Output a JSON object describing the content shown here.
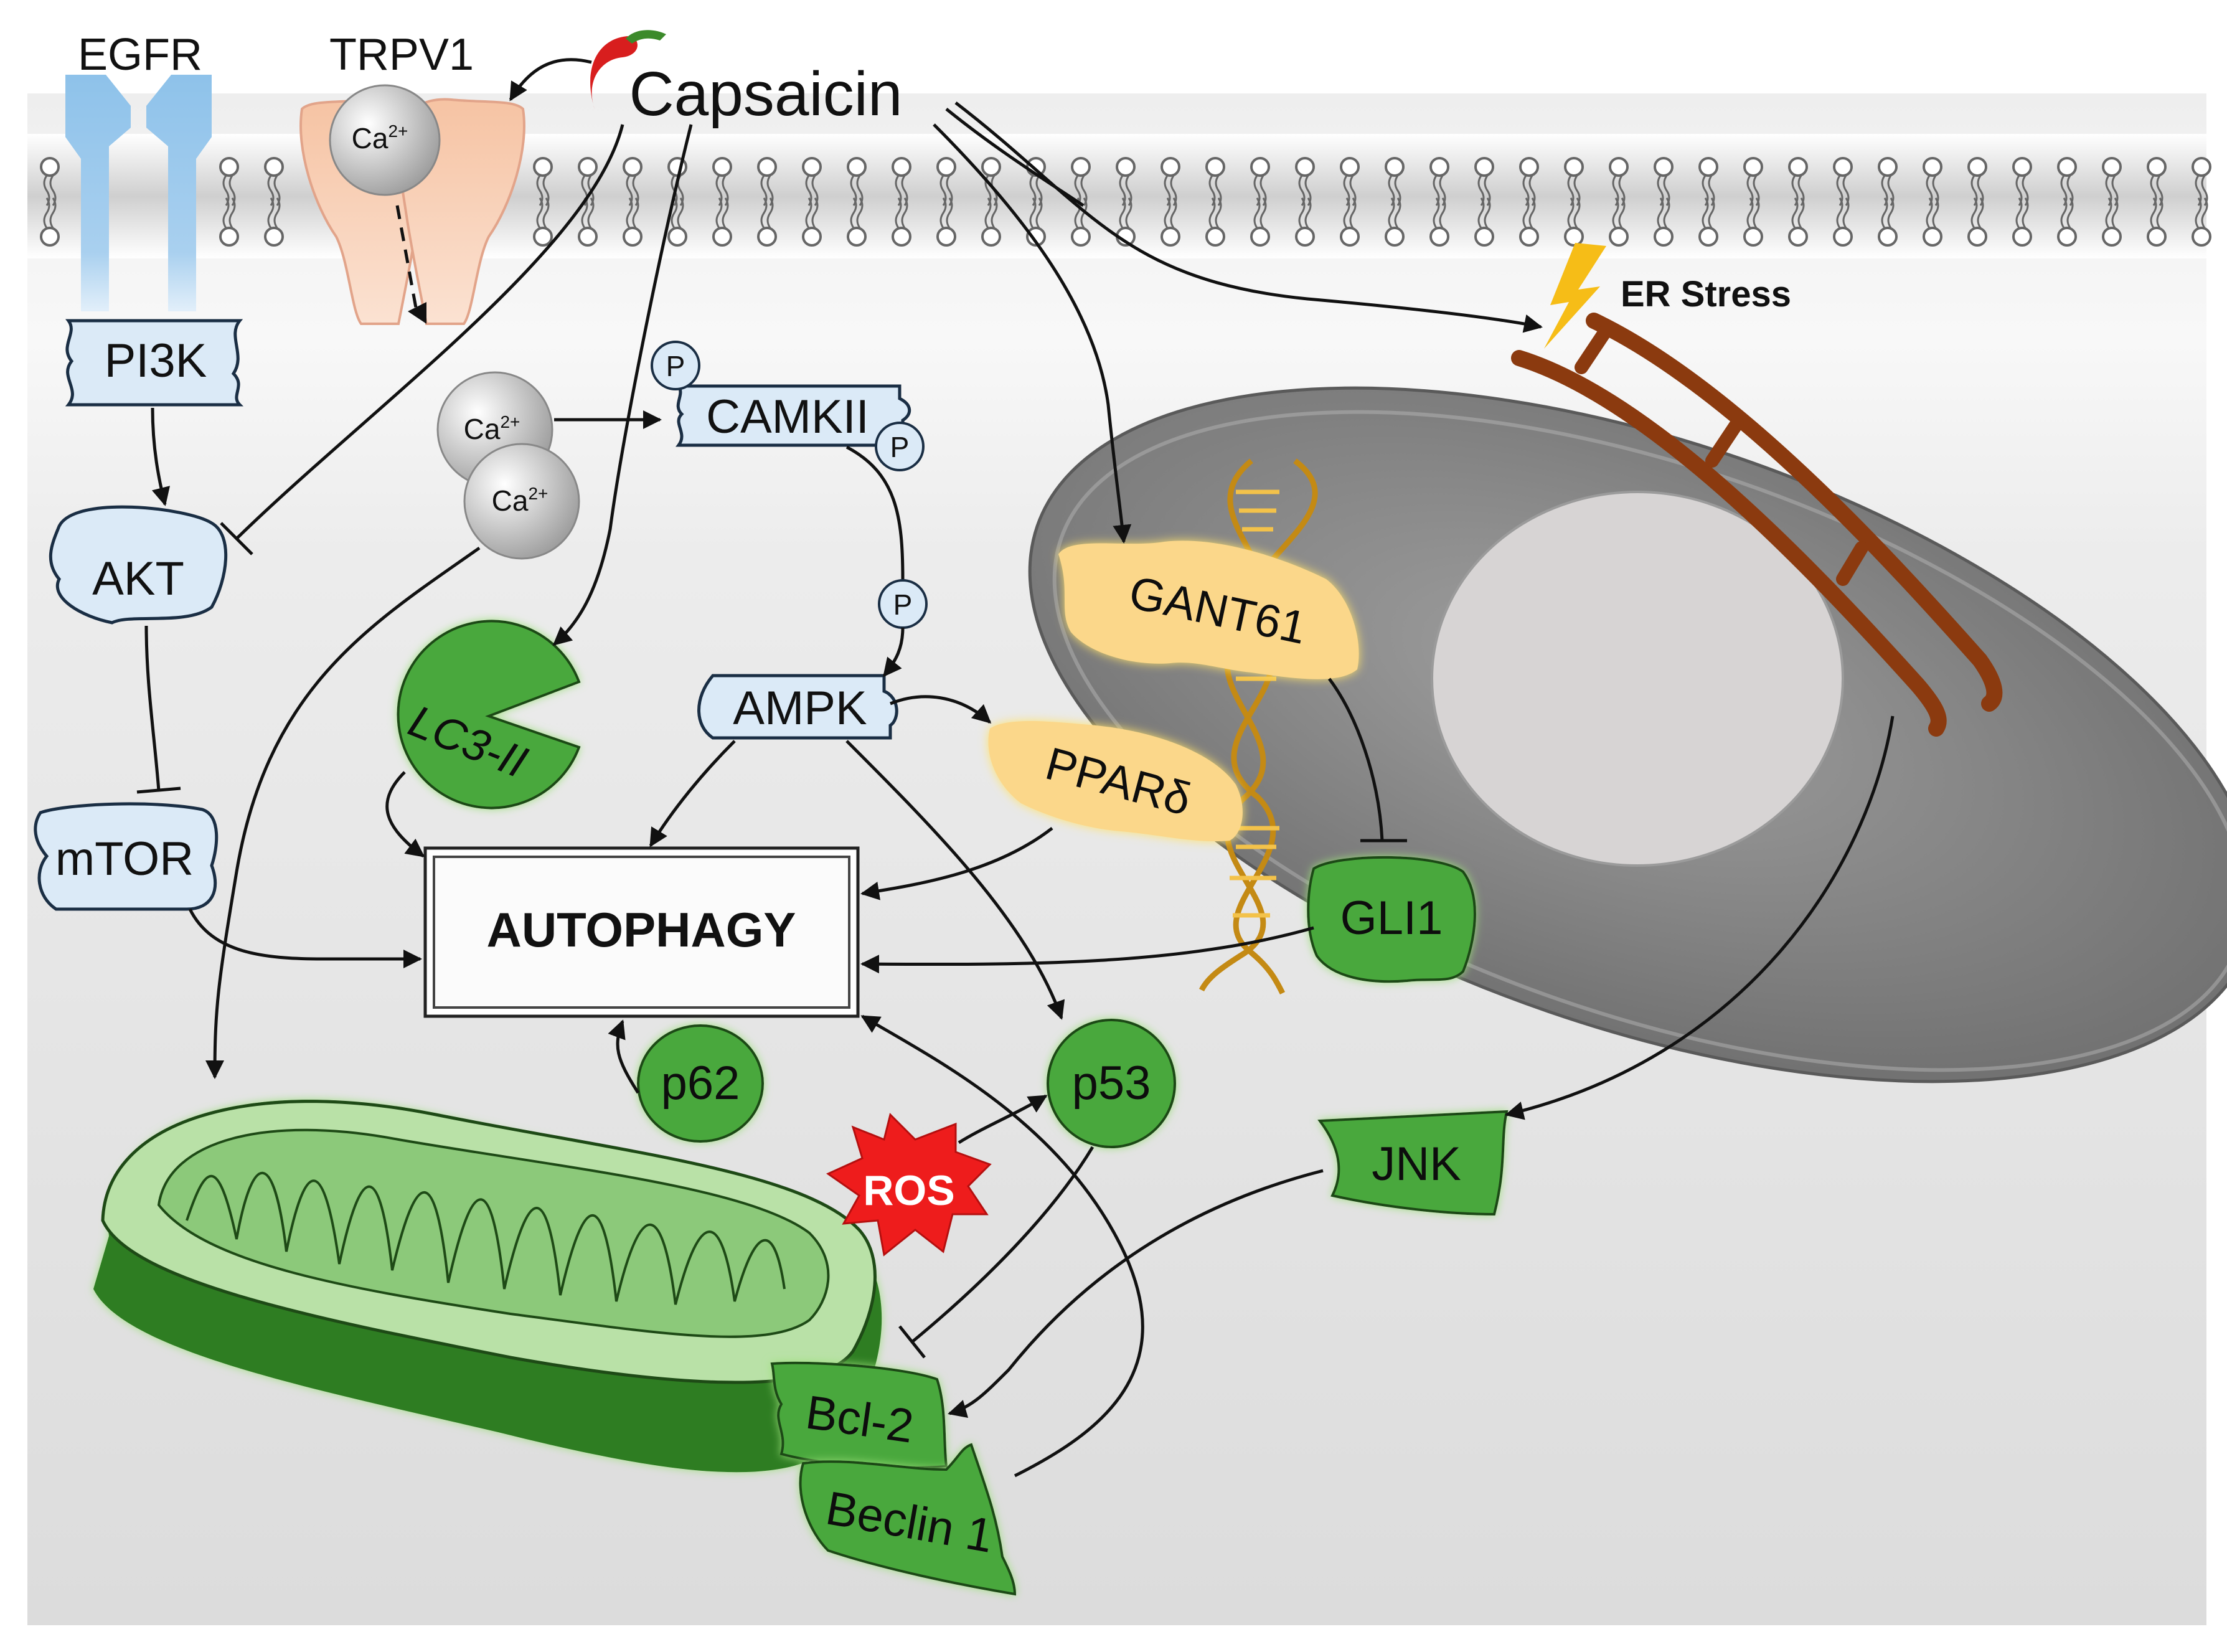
{
  "diagram": {
    "stimulus": "Capsaicin",
    "receptors": {
      "egfr": "EGFR",
      "trpv1": "TRPV1",
      "calcium": "Ca",
      "calcium_charge": "2+"
    },
    "phospho_label": "P",
    "proteins": {
      "pi3k": "PI3K",
      "akt": "AKT",
      "mtor": "mTOR",
      "camkii": "CAMKII",
      "ampk": "AMPK",
      "lc3": "LC3-II",
      "gant61": "GANT61",
      "ppard": "PPARδ",
      "gli1": "GLI1",
      "p62": "p62",
      "p53": "p53",
      "jnk": "JNK",
      "bcl2": "Bcl-2",
      "beclin": "Beclin 1",
      "ros": "ROS"
    },
    "central_process": "AUTOPHAGY",
    "er_stress": "ER Stress"
  },
  "colors": {
    "blue_protein": "#dbeaf7",
    "green_protein": "#4aa83e",
    "yellow_protein": "#fbd78a",
    "ros_red": "#ee1c1c",
    "er_brown": "#8b3a0f",
    "nucleus_gray": "#8c8c8c",
    "membrane_gray": "#d0d0d0"
  }
}
